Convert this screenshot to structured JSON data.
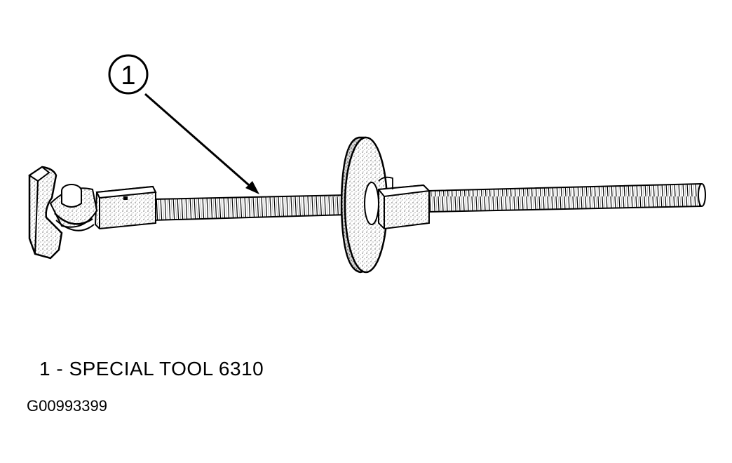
{
  "callout": {
    "number": "1"
  },
  "legend": {
    "text": "1 - SPECIAL TOOL 6310"
  },
  "figure_id": "G00993399"
}
